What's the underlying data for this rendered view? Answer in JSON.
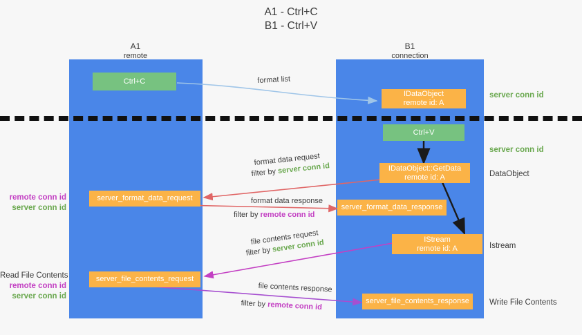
{
  "title": {
    "line1": "A1 - Ctrl+C",
    "line2": "B1 - Ctrl+V"
  },
  "columns": [
    {
      "name": "A1",
      "sub": "remote"
    },
    {
      "name": "B1",
      "sub": "connection"
    }
  ],
  "nodes": {
    "ctrl_c": {
      "label": "Ctrl+C"
    },
    "ctrl_v": {
      "label": "Ctrl+V"
    },
    "idataobject": {
      "line1": "IDataObject",
      "line2": "remote id: A"
    },
    "getdata": {
      "line1": "IDataObject::GetData",
      "line2": "remote id: A"
    },
    "istream": {
      "line1": "IStream",
      "line2": "remote id: A"
    },
    "server_format_data_request": {
      "label": "server_format_data_request"
    },
    "server_format_data_response": {
      "label": "server_format_data_response"
    },
    "server_file_contents_request": {
      "label": "server_file_contents_request"
    },
    "server_file_contents_response": {
      "label": "server_file_contents_response"
    }
  },
  "edge_labels": {
    "format_list": "format list",
    "format_data_request": "format data request",
    "format_data_request_filter_prefix": "filter by ",
    "format_data_request_filter_key": "server conn id",
    "format_data_response": "format data response",
    "format_data_response_filter_prefix": "filter by ",
    "format_data_response_filter_key": "remote conn id",
    "file_contents_request": "file contents request",
    "file_contents_request_filter_prefix": "filter by ",
    "file_contents_request_filter_key": "server conn id",
    "file_contents_response": "file contents response",
    "file_contents_response_filter_prefix": "filter by ",
    "file_contents_response_filter_key": "remote conn id"
  },
  "right_labels": {
    "server_conn_id_top": "server conn id",
    "server_conn_id_second": "server conn id",
    "dataobject": "DataObject",
    "istream": "Istream",
    "write_file_contents": "Write File Contents"
  },
  "left_labels": {
    "group1_remote": "remote conn id",
    "group1_server": "server conn id",
    "read_file_contents": "Read File Contents",
    "group2_remote": "remote conn id",
    "group2_server": "server conn id"
  },
  "colors": {
    "lane": "#4a86e8",
    "green_node": "#77c280",
    "orange_node": "#fbb347",
    "green_text": "#6aa84f",
    "magenta_text": "#c340c3",
    "blue_arrow": "#9fc5e8",
    "red_arrow": "#e06666",
    "magenta_arrow": "#c340c3",
    "purple_arrow": "#a64fd0",
    "dark_arrow": "#1a1a1a",
    "background": "#f7f7f7"
  }
}
